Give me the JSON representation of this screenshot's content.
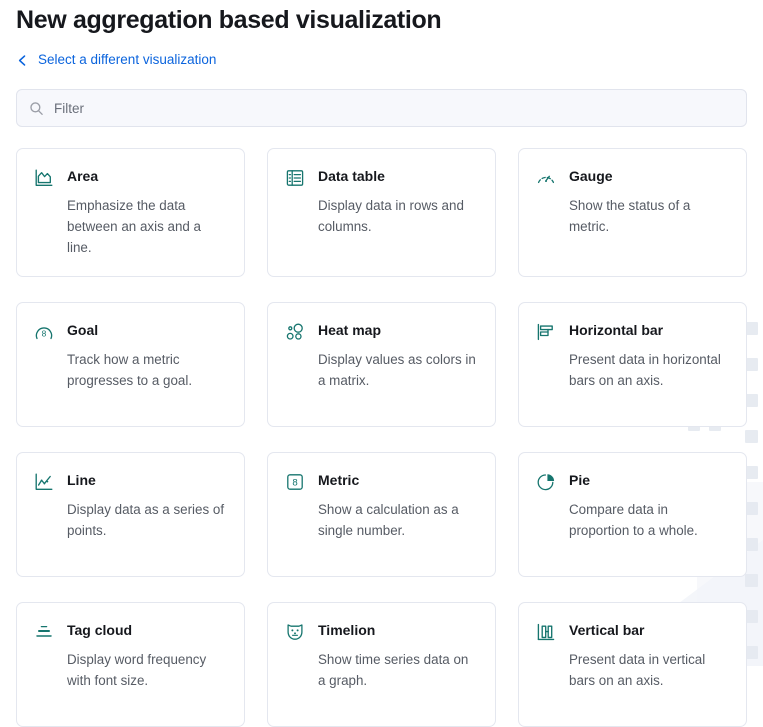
{
  "header": {
    "title": "New aggregation based visualization",
    "back_link_label": "Select a different visualization",
    "back_icon": "chevron-left-icon",
    "link_color": "#0b64dd"
  },
  "search": {
    "placeholder": "Filter",
    "value": "",
    "icon": "search-icon"
  },
  "theme": {
    "icon_color": "#16756e",
    "card_border": "#e4e7ef",
    "title_color": "#16181d",
    "description_color": "#565b64",
    "field_background": "#f7f8fc",
    "decor_square_color": "#e3e7ef"
  },
  "grid": {
    "columns": 3,
    "items": [
      {
        "id": "area",
        "title": "Area",
        "description": "Emphasize the data between an axis and a line.",
        "icon": "area-chart-icon"
      },
      {
        "id": "data-table",
        "title": "Data table",
        "description": "Display data in rows and columns.",
        "icon": "table-icon"
      },
      {
        "id": "gauge",
        "title": "Gauge",
        "description": "Show the status of a metric.",
        "icon": "gauge-icon"
      },
      {
        "id": "goal",
        "title": "Goal",
        "description": "Track how a metric progresses to a goal.",
        "icon": "goal-icon"
      },
      {
        "id": "heat-map",
        "title": "Heat map",
        "description": "Display values as colors in a matrix.",
        "icon": "heatmap-icon"
      },
      {
        "id": "horizontal-bar",
        "title": "Horizontal bar",
        "description": "Present data in horizontal bars on an axis.",
        "icon": "horizontal-bar-icon"
      },
      {
        "id": "line",
        "title": "Line",
        "description": "Display data as a series of points.",
        "icon": "line-chart-icon"
      },
      {
        "id": "metric",
        "title": "Metric",
        "description": "Show a calculation as a single number.",
        "icon": "metric-icon"
      },
      {
        "id": "pie",
        "title": "Pie",
        "description": "Compare data in proportion to a whole.",
        "icon": "pie-chart-icon"
      },
      {
        "id": "tag-cloud",
        "title": "Tag cloud",
        "description": "Display word frequency with font size.",
        "icon": "tag-cloud-icon"
      },
      {
        "id": "timelion",
        "title": "Timelion",
        "description": "Show time series data on a graph.",
        "icon": "timelion-lion-icon"
      },
      {
        "id": "vertical-bar",
        "title": "Vertical bar",
        "description": "Present data in vertical bars on an axis.",
        "icon": "vertical-bar-icon"
      }
    ]
  }
}
